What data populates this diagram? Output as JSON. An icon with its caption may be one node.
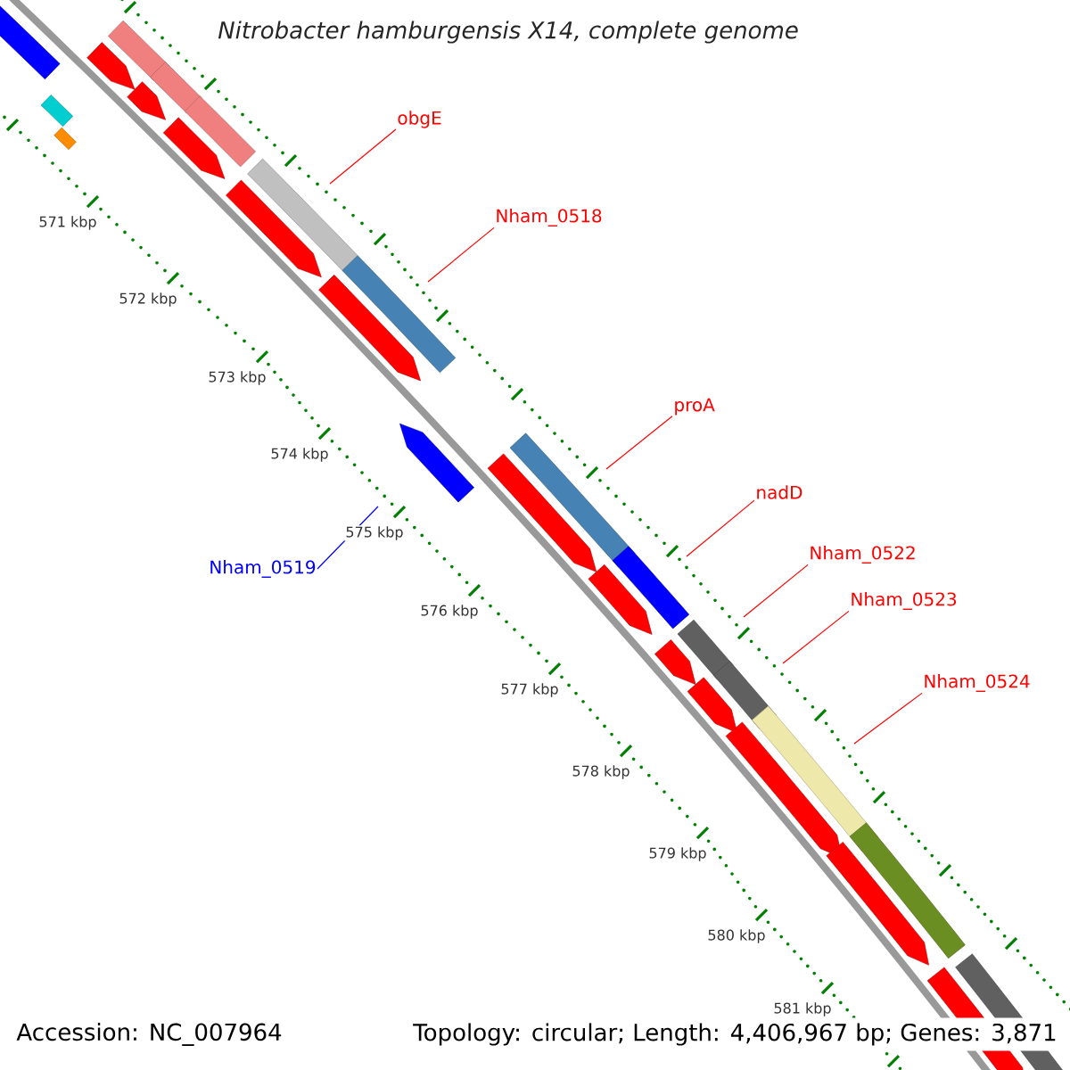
{
  "diagram": {
    "title": "Nitrobacter hamburgensis X14, complete genome",
    "nodes": [
      {
        "text": [
          "obgE"
        ]
      },
      {
        "text": [
          "Nham_0518"
        ]
      },
      {
        "text": [
          "proA"
        ]
      },
      {
        "text": [
          "nadD"
        ]
      },
      {
        "text": [
          "Nham_0522"
        ]
      },
      {
        "text": [
          "Nham_0523"
        ]
      },
      {
        "text": [
          "Nham_0524"
        ]
      },
      {
        "text": [
          "Nham_0519"
        ]
      }
    ],
    "edges": [
      {
        "from": 0,
        "to": null,
        "arrow": "none"
      },
      {
        "from": 1,
        "to": null,
        "arrow": "none"
      },
      {
        "from": 2,
        "to": null,
        "arrow": "none"
      },
      {
        "from": 3,
        "to": null,
        "arrow": "none"
      },
      {
        "from": 4,
        "to": null,
        "arrow": "none"
      },
      {
        "from": 5,
        "to": null,
        "arrow": "none"
      },
      {
        "from": 6,
        "to": null,
        "arrow": "none"
      },
      {
        "from": 7,
        "to": null,
        "arrow": "none",
        "color": "#0000ff"
      }
    ],
    "labels": [
      "571 kbp",
      "572 kbp",
      "573 kbp",
      "574 kbp",
      "575 kbp",
      "576 kbp",
      "577 kbp",
      "578 kbp",
      "579 kbp",
      "580 kbp",
      "581 kbp",
      "Accession: NC_007964",
      "Topology: circular; Length: 4,406,967 bp; Genes: 3,871"
    ]
  }
}
